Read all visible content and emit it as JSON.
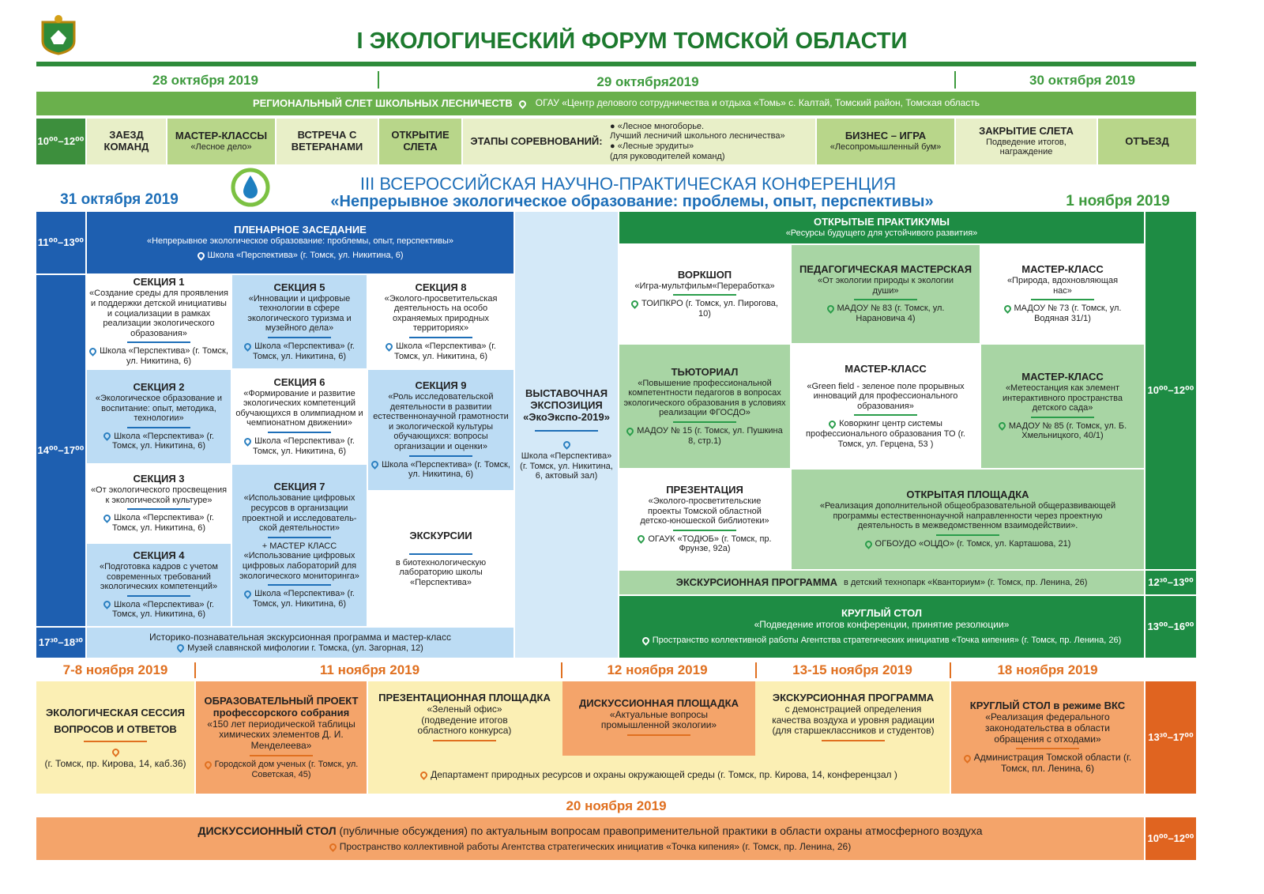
{
  "title": "I ЭКОЛОГИЧЕСКИЙ ФОРУМ ТОМСКОЙ ОБЛАСТИ",
  "dates1": [
    "28 октября 2019",
    "29 октября2019",
    "30 октября 2019"
  ],
  "slet": {
    "title": "РЕГИОНАЛЬНЫЙ СЛЕТ ШКОЛЬНЫХ ЛЕСНИЧЕСТВ",
    "place": "ОГАУ «Центр делового сотрудничества и отдыха «Томь» с. Калтай, Томский район, Томская область"
  },
  "row1": {
    "time": "10⁰⁰–12⁰⁰",
    "zaezd": "ЗАЕЗД КОМАНД",
    "mk": "МАСТЕР-КЛАССЫ",
    "mk_sub": "«Лесное дело»",
    "vstr": "ВСТРЕЧА С ВЕТЕРАНАМИ",
    "otkr": "ОТКРЫТИЕ СЛЕТА",
    "etapy": "ЭТАПЫ СОРЕВНОВАНИЙ:",
    "etapy_list": [
      "● «Лесное многоборье.",
      "Лучший лесничий школьного лесничества»",
      "● «Лесные эрудиты»",
      "(для руководителей команд)"
    ],
    "biz": "БИЗНЕС – ИГРА",
    "biz_sub": "«Лесопромышленный бум»",
    "zakr": "ЗАКРЫТИЕ СЛЕТА",
    "zakr_sub": "Подведение итогов, награждение",
    "otezd": "ОТЪЕЗД"
  },
  "conf": {
    "title": "III ВСЕРОССИЙСКАЯ НАУЧНО-ПРАКТИЧЕСКАЯ КОНФЕРЕНЦИЯ",
    "subtitle": "«Непрерывное экологическое образование: проблемы, опыт, перспективы»",
    "date_left": "31 октября 2019",
    "date_right": "1 ноября 2019"
  },
  "left": {
    "t1": "11⁰⁰–13⁰⁰",
    "t2": "14⁰⁰–17⁰⁰",
    "t3": "17³⁰–18³⁰",
    "plen": {
      "title": "ПЛЕНАРНОЕ ЗАСЕДАНИЕ",
      "sub": "«Непрерывное экологическое образование: проблемы, опыт, перспективы»",
      "place": "Школа «Перспектива» (г. Томск, ул. Никитина, 6)"
    },
    "s1": {
      "title": "СЕКЦИЯ 1",
      "sub": "«Создание среды для проявления и поддержки детской инициативы и социализации в рамках реализации экологического образования»",
      "place": "Школа «Перспектива» (г. Томск, ул. Никитина, 6)"
    },
    "s2": {
      "title": "СЕКЦИЯ 2",
      "sub": "«Экологическое образование и воспитание: опыт, методика, технологии»",
      "place": "Школа «Перспектива» (г. Томск, ул. Никитина, 6)"
    },
    "s3": {
      "title": "СЕКЦИЯ 3",
      "sub": "«От экологического просвещения к экологической культуре»",
      "place": "Школа «Перспектива» (г. Томск, ул. Никитина, 6)"
    },
    "s4": {
      "title": "СЕКЦИЯ 4",
      "sub": "«Подготовка кадров с учетом современных требований экологических компетенций»",
      "place": "Школа «Перспектива» (г. Томск, ул. Никитина, 6)"
    },
    "s5": {
      "title": "СЕКЦИЯ 5",
      "sub": "«Инновации и цифровые технологии в сфере экологического туризма и музейного дела»",
      "place": "Школа «Перспектива» (г. Томск, ул. Никитина, 6)"
    },
    "s6": {
      "title": "СЕКЦИЯ 6",
      "sub": "«Формирование и развитие экологических компетенций обучающихся в олимпиадном и чемпионатном движении»",
      "place": "Школа «Перспектива» (г. Томск, ул. Никитина, 6)"
    },
    "s7": {
      "title": "СЕКЦИЯ 7",
      "sub": "«Использование цифровых ресурсов в организации проектной и исследователь-ской деятельности»",
      "extra": "+ МАСТЕР КЛАСС «Использование цифровых цифровых лабораторий для экологического мониторинга»",
      "place": "Школа «Перспектива» (г. Томск, ул. Никитина, 6)"
    },
    "s8": {
      "title": "СЕКЦИЯ 8",
      "sub": "«Эколого-просветительская деятельность на особо охраняемых природных территориях»",
      "place": "Школа «Перспектива» (г. Томск, ул. Никитина, 6)"
    },
    "s9": {
      "title": "СЕКЦИЯ 9",
      "sub": "«Роль исследовательской деятельности в развитии естественнонаучной грамотности и экологической культуры обучающихся: вопросы организации и оценки»",
      "place": "Школа «Перспектива» (г. Томск, ул. Никитина, 6)"
    },
    "exc": {
      "title": "ЭКСКУРСИИ",
      "sub": "в биотехнологическую лабораторию школы «Перспектива»"
    },
    "hist": {
      "title": "Историко-познавательная экскурсионная программа и мастер-класс",
      "place": "Музей славянской мифологии г. Томска, (ул. Загорная, 12)"
    }
  },
  "expo": {
    "title": "ВЫСТАВОЧНАЯ ЭКСПОЗИЦИЯ «ЭкоЭкспо-2019»",
    "place": "Школа «Перспектива» (г. Томск, ул. Никитина, 6, актовый зал)"
  },
  "right": {
    "open": {
      "title": "ОТКРЫТЫЕ ПРАКТИКУМЫ",
      "sub": "«Ресурсы будущего для устойчивого развития»"
    },
    "tr1": "10⁰⁰–12⁰⁰",
    "tr2": "12³⁰–13⁰⁰",
    "tr3": "13⁰⁰–16⁰⁰",
    "w": {
      "title": "ВОРКШОП",
      "sub": "«Игра-мультфильм«Переработка»",
      "place": "ТОИПКРО (г. Томск, ул. Пирогова, 10)"
    },
    "pm": {
      "title": "ПЕДАГОГИЧЕСКАЯ МАСТЕРСКАЯ",
      "sub": "«От экологии природы к экологии души»",
      "place": "МАДОУ № 83 (г. Томск, ул. Нарановича 4)"
    },
    "mk1": {
      "title": "МАСТЕР-КЛАСС",
      "sub": "«Природа, вдохновляющая нас»",
      "place": "МАДОУ № 73 (г. Томск, ул. Водяная 31/1)"
    },
    "tut": {
      "title": "ТЬЮТОРИАЛ",
      "sub": "«Повышение профессиональной компетентности педагогов в вопросах экологического образования в условиях реализации ФГОСДО»",
      "place": "МАДОУ № 15 (г. Томск, ул. Пушкина 8, стр.1)"
    },
    "mk2": {
      "title": "МАСТЕР-КЛАСС",
      "sub": "«Green field - зеленое поле прорывных инноваций для профессионального образования»",
      "place": "Коворкинг центр системы профессионального образования ТО (г. Томск, ул. Герцена, 53 )"
    },
    "mk3": {
      "title": "МАСТЕР-КЛАСС",
      "sub": "«Метеостанция как элемент интерактивного пространства детского сада»",
      "place": "МАДОУ № 85 (г. Томск, ул. Б. Хмельницкого, 40/1)"
    },
    "pres": {
      "title": "ПРЕЗЕНТАЦИЯ",
      "sub": "«Эколого-просветительские проекты Томской областной детско-юношеской библиотеки»",
      "place": "ОГАУК «ТОДЮБ» (г. Томск, пр. Фрунзе, 92а)"
    },
    "op": {
      "title": "ОТКРЫТАЯ ПЛОЩАДКА",
      "sub": "«Реализация дополнительной общеобразовательной общеразвивающей программы естественнонаучной направленности через проектную деятельность в межведомственном взаимодействии».",
      "place": "ОГБОУДО «ОЦДО» (г. Томск, ул. Карташова, 21)"
    },
    "exc": {
      "title": "ЭКСКУРСИОННАЯ ПРОГРАММА",
      "sub": "в детский технопарк «Кванториум» (г. Томск, пр. Ленина, 26)"
    },
    "rs": {
      "title": "КРУГЛЫЙ СТОЛ",
      "sub": "«Подведение итогов конференции, принятие резолюции»",
      "place": "Пространство коллективной работы Агентства стратегических инициатив «Точка кипения» (г. Томск, пр. Ленина, 26)"
    }
  },
  "dates3": [
    "7-8 ноября 2019",
    "11 ноября 2019",
    "12 ноября 2019",
    "13-15 ноября 2019",
    "18 ноября 2019"
  ],
  "bottom": {
    "b1": {
      "title": "ЭКОЛОГИЧЕСКАЯ СЕССИЯ ВОПРОСОВ И ОТВЕТОВ",
      "place": "(г. Томск, пр. Кирова, 14, каб.36)"
    },
    "b2": {
      "title": "ОБРАЗОВАТЕЛЬНЫЙ ПРОЕКТ",
      "title2": "профессорского собрания",
      "sub": "«150 лет периодической таблицы химических элементов Д. И. Менделеева»",
      "place": "Городской дом ученых (г. Томск, ул. Советская, 45)"
    },
    "b3": {
      "title": "ПРЕЗЕНТАЦИОННАЯ ПЛОЩАДКА",
      "sub": "«Зеленый офис» (подведение итогов областного конкурса)"
    },
    "b4": {
      "title": "ДИСКУССИОННАЯ ПЛОЩАДКА",
      "sub": "«Актуальные вопросы промышленной экологии»"
    },
    "b5": {
      "title": "ЭКСКУРСИОННАЯ ПРОГРАММА",
      "sub": "с демонстрацией определения качества воздуха и уровня радиации (для старшеклассников и студентов)"
    },
    "b345place": "Департамент природных ресурсов и охраны окружающей среды (г. Томск, пр. Кирова, 14, конференцзал )",
    "b6": {
      "title": "КРУГЛЫЙ СТОЛ в режиме ВКС",
      "sub": "«Реализация федерального законодательства в области обращения с отходами»",
      "place": "Администрация Томской области (г. Томск, пл. Ленина, 6)"
    },
    "time": "13³⁰–17⁰⁰"
  },
  "last": {
    "date": "20 ноября 2019",
    "title": "ДИСКУССИОННЫЙ СТОЛ",
    "title_rest": "(публичные обсуждения) по актуальным вопросам правоприменительной практики в области охраны атмосферного воздуха",
    "place": "Пространство коллективной работы Агентства стратегических инициатив «Точка кипения» (г. Томск, пр. Ленина, 26)",
    "time": "10⁰⁰–12⁰⁰"
  }
}
